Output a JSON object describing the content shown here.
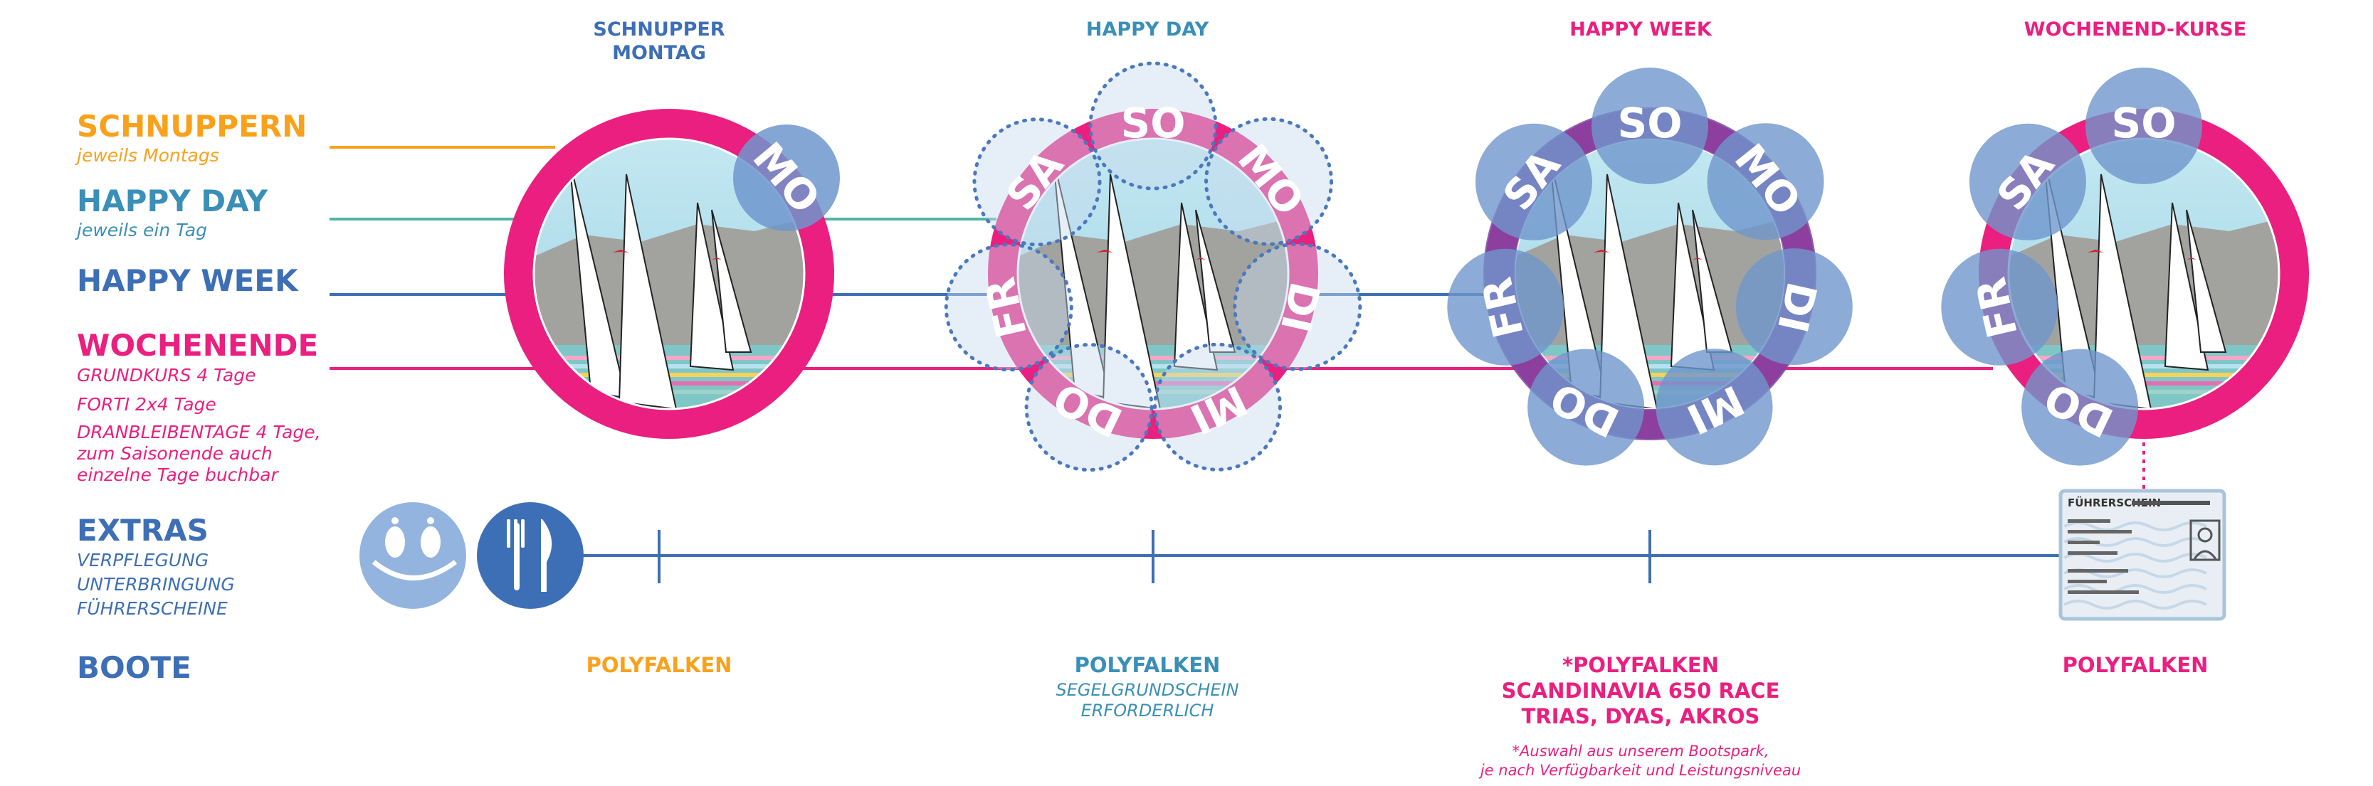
{
  "colors": {
    "orange": "#f9a11b",
    "teal": "#3a8fb7",
    "blue": "#3d6fb6",
    "magenta": "#ea1f7f",
    "green": "#4db6a4",
    "purple_band": "#7b45a3",
    "bubble": "#6f96cc",
    "sky": "#a7d8e8",
    "rock": "#a2a39f",
    "sea": "#5fb3b3"
  },
  "legend": {
    "schnuppern": {
      "title": "SCHNUPPERN",
      "sub": "jeweils Montags"
    },
    "happy_day": {
      "title": "HAPPY DAY",
      "sub": "jeweils ein Tag"
    },
    "happy_week": {
      "title": "HAPPY WEEK"
    },
    "wochenende": {
      "title": "WOCHENENDE",
      "lines": [
        "GRUNDKURS 4 Tage",
        "FORTI 2x4 Tage",
        "DRANBLEIBENTAGE 4 Tage,",
        "zum Saisonende auch",
        "einzelne Tage buchbar"
      ]
    },
    "extras": {
      "title": "EXTRAS",
      "lines": [
        "VERPFLEGUNG",
        "UNTERBRINGUNG",
        "FÜHRERSCHEINE"
      ],
      "icons": [
        "bed-feet-icon",
        "fork-knife-icon"
      ]
    },
    "boote": {
      "title": "BOOTE"
    }
  },
  "columns": [
    {
      "title_lines": [
        "SCHNUPPER",
        "MONTAG"
      ],
      "days": [
        "MO"
      ],
      "boats": [
        "POLYFALKEN"
      ],
      "boats_sub": []
    },
    {
      "title_lines": [
        "HAPPY DAY"
      ],
      "days": [
        "SO",
        "MO",
        "DI",
        "MI",
        "DO",
        "FR",
        "SA"
      ],
      "boats": [
        "POLYFALKEN"
      ],
      "boats_sub": [
        "SEGELGRUNDSCHEIN",
        "ERFORDERLICH"
      ]
    },
    {
      "title_lines": [
        "HAPPY WEEK"
      ],
      "days": [
        "SO",
        "MO",
        "DI",
        "MI",
        "DO",
        "FR",
        "SA"
      ],
      "boats": [
        "*POLYFALKEN",
        "SCANDINAVIA 650 RACE",
        "TRIAS, DYAS, AKROS"
      ],
      "boats_sub": [],
      "note": [
        "*Auswahl aus unserem Bootspark,",
        "je nach Verfügbarkeit und Leistungsniveau"
      ]
    },
    {
      "title_lines": [
        "WOCHENEND-KURSE"
      ],
      "days": [
        "SO",
        "SA",
        "FR",
        "DO"
      ],
      "boats": [
        "POLYFALKEN"
      ],
      "boats_sub": [],
      "extra_icon": "driving-licence-card-icon",
      "card_label": "FÜHRERSCHEIN"
    }
  ]
}
